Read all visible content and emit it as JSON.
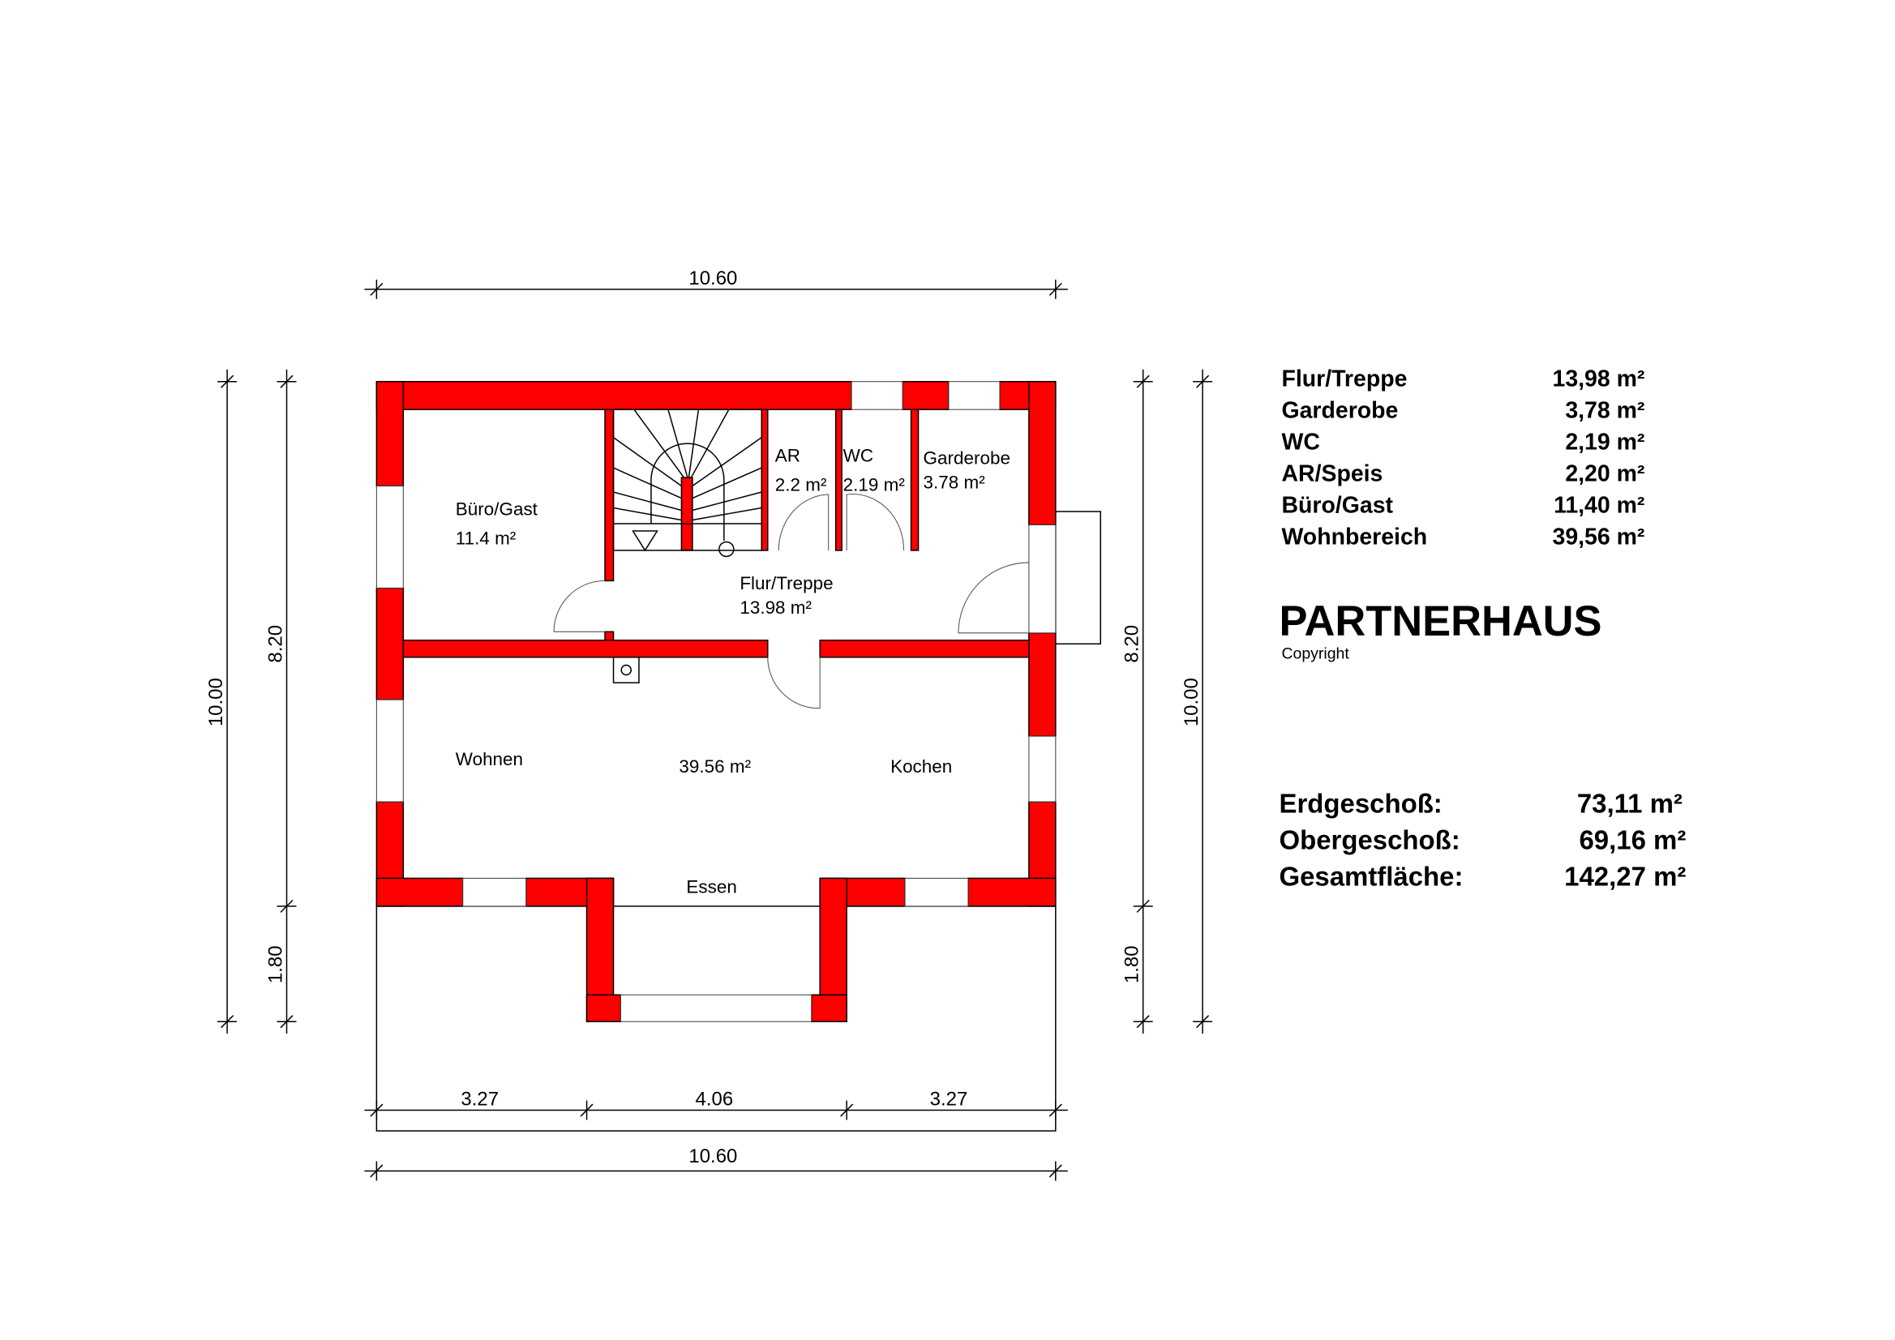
{
  "plan": {
    "rooms": {
      "buero": {
        "name": "Büro/Gast",
        "area": "11.4 m²"
      },
      "ar": {
        "name": "AR",
        "area": "2.2 m²"
      },
      "wc": {
        "name": "WC",
        "area": "2.19 m²"
      },
      "garderobe": {
        "name": "Garderobe",
        "area": "3.78 m²"
      },
      "flur": {
        "name": "Flur/Treppe",
        "area": "13.98 m²"
      },
      "wohnen": {
        "name": "Wohnen"
      },
      "wohnbereich_area": "39.56 m²",
      "kochen": {
        "name": "Kochen"
      },
      "essen": {
        "name": "Essen"
      }
    },
    "dimensions": {
      "top_width": "10.60",
      "bottom_width": "10.60",
      "left_total": "10.00",
      "left_main": "8.20",
      "left_terrace": "1.80",
      "right_main": "8.20",
      "right_terrace": "1.80",
      "right_total": "10.00",
      "bottom_segments": [
        "3.27",
        "4.06",
        "3.27"
      ]
    },
    "colors": {
      "wall": "#ff0000"
    }
  },
  "area_table": [
    {
      "room": "Flur/Treppe",
      "area": "13,98 m²"
    },
    {
      "room": "Garderobe",
      "area": "3,78 m²"
    },
    {
      "room": "WC",
      "area": "2,19 m²"
    },
    {
      "room": "AR/Speis",
      "area": "2,20 m²"
    },
    {
      "room": "Büro/Gast",
      "area": "11,40 m²"
    },
    {
      "room": "Wohnbereich",
      "area": "39,56 m²"
    }
  ],
  "brand": {
    "title": "PARTNERHAUS",
    "subtitle": "Copyright"
  },
  "totals": [
    {
      "label": "Erdgeschoß:",
      "value": "73,11 m²"
    },
    {
      "label": "Obergeschoß:",
      "value": "69,16 m²"
    },
    {
      "label": "Gesamtfläche:",
      "value": "142,27 m²"
    }
  ]
}
